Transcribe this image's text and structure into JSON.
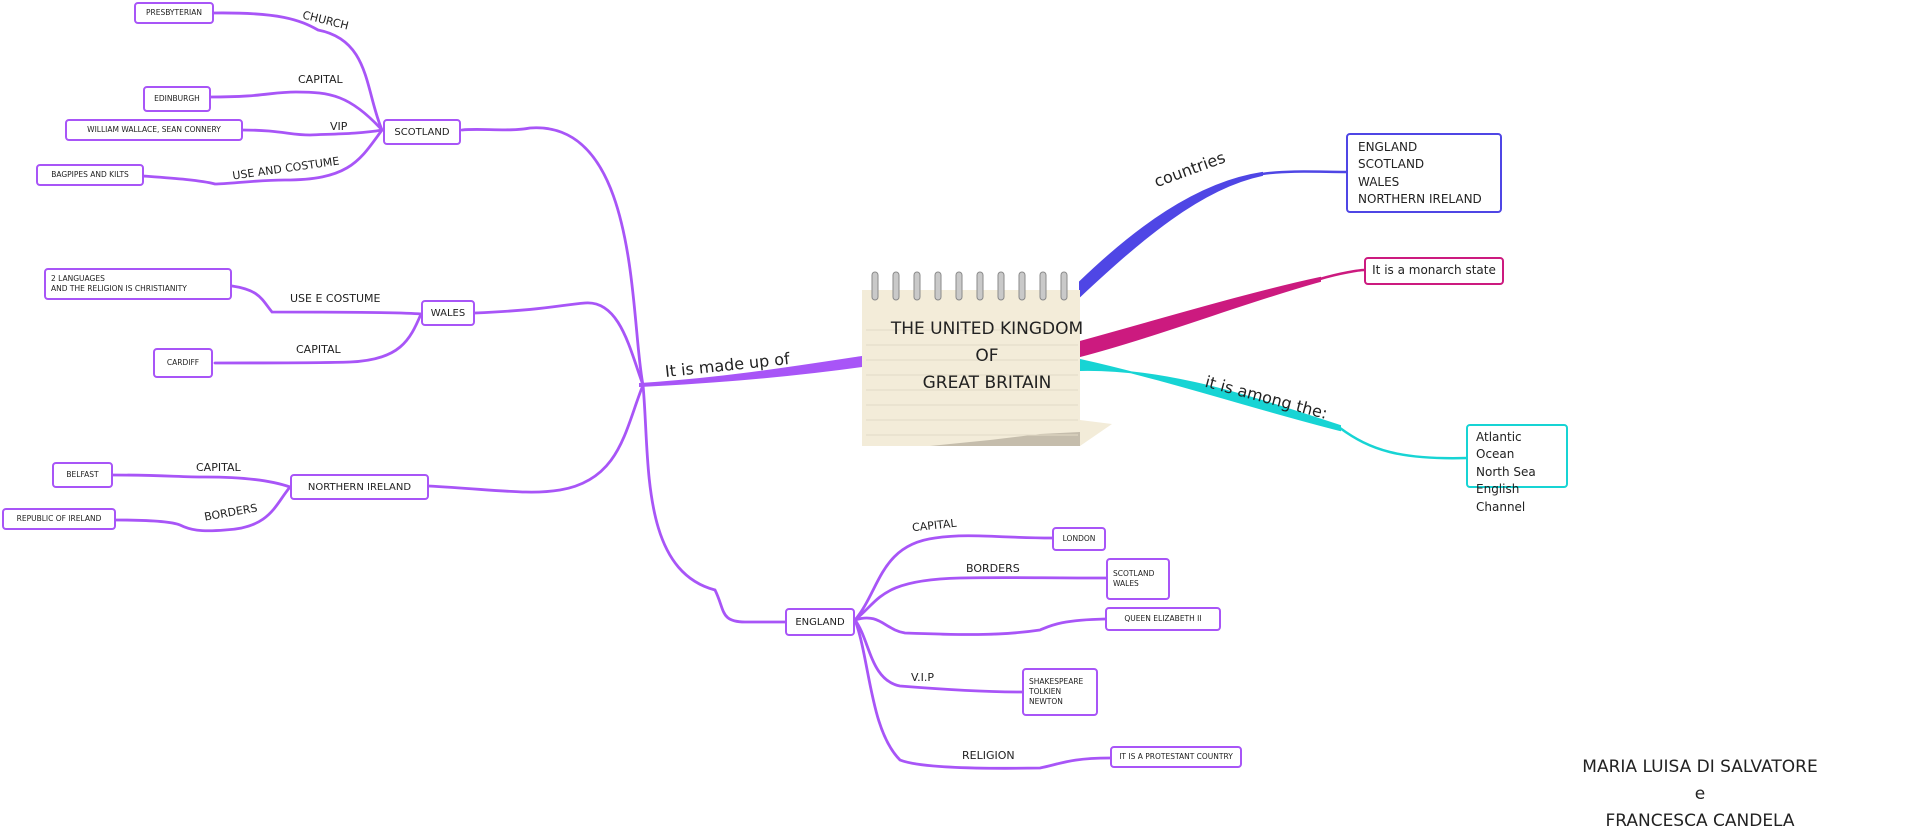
{
  "colors": {
    "purple": "#a855f7",
    "blue": "#4f46e5",
    "magenta": "#cc1a7f",
    "cyan": "#17d4d4",
    "paper": "#f3ecd9"
  },
  "central": {
    "title": "THE UNITED KINGDOM\nOF\nGREAT BRITAIN",
    "icon": "notebook-icon"
  },
  "branches": {
    "countries": "countries",
    "monarch_text": "It is a monarch state",
    "among": "it is among the:",
    "made_up_of": "It is made up of"
  },
  "countries_box": "ENGLAND\nSCOTLAND\nWALES\nNORTHERN  IRELAND",
  "seas_box": "Atlantic Ocean\nNorth Sea\nEnglish Channel",
  "scotland": {
    "name": "SCOTLAND",
    "church_label": "CHURCH",
    "church": "PRESBYTERIAN",
    "capital_label": "CAPITAL",
    "capital": "EDINBURGH",
    "vip_label": "VIP",
    "vip": "WILLIAM WALLACE, SEAN CONNERY",
    "use_label": "USE AND COSTUME",
    "use": "BAGPIPES AND KILTS"
  },
  "wales": {
    "name": "WALES",
    "use_label": "USE E COSTUME",
    "use": "2 LANGUAGES\nAND THE RELIGION IS CHRISTIANITY",
    "capital_label": "CAPITAL",
    "capital": "CARDIFF"
  },
  "northern_ireland": {
    "name": "NORTHERN IRELAND",
    "capital_label": "CAPITAL",
    "capital": "BELFAST",
    "borders_label": "BORDERS",
    "borders": "REPUBLIC OF IRELAND"
  },
  "england": {
    "name": "ENGLAND",
    "capital_label": "CAPITAL",
    "capital": "LONDON",
    "borders_label": "BORDERS",
    "borders": "SCOTLAND\nWALES",
    "queen": "QUEEN ELIZABETH II",
    "vip_label": "V.I.P",
    "vip": "SHAKESPEARE\nTOLKIEN\nNEWTON",
    "religion_label": "RELIGION",
    "religion": "IT IS A PROTESTANT COUNTRY"
  },
  "authors": "MARIA LUISA DI SALVATORE\ne\nFRANCESCA CANDELA"
}
